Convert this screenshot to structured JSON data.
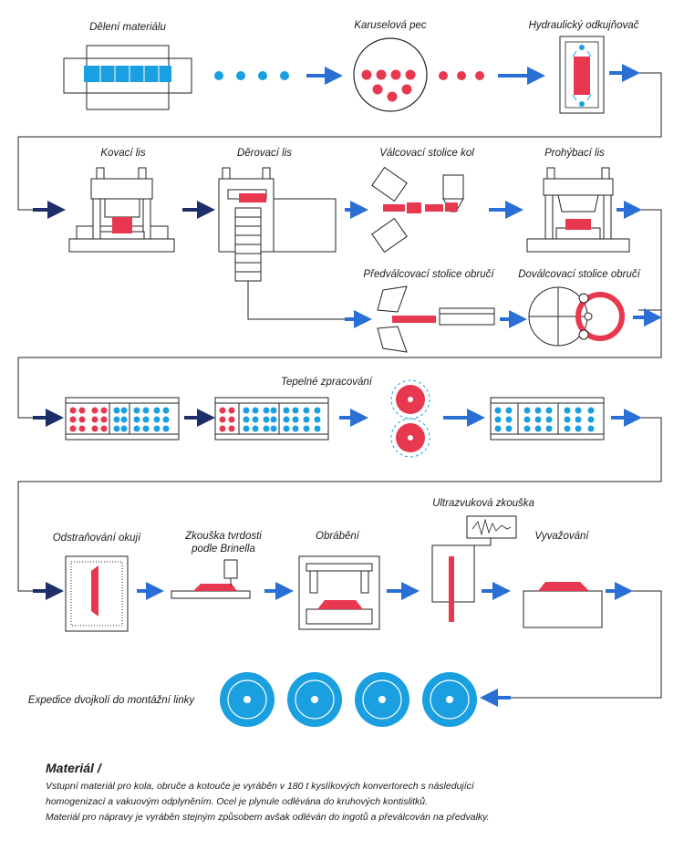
{
  "stations": {
    "deleni_materialu": "Dělení materiálu",
    "karuselova_pec": "Karuselová pec",
    "hydraulicky_odkujnovac": "Hydraulický odkujňovač",
    "kovaci_lis": "Kovací lis",
    "derovaci_lis": "Děrovací lis",
    "valcovaci_stolice_kol": "Válcovací stolice kol",
    "prohybaci_lis": "Prohýbací lis",
    "predvalcovaci_stolice_obruci": "Předválcovací stolice obručí",
    "dovalcovaci_stolice_obruci": "Doválcovací stolice obručí",
    "tepelne_zpracovani": "Tepelné zpracování",
    "odstranovani_okuji": "Odstraňování okují",
    "zkouska_tvrdosti_1": "Zkouška tvrdosti",
    "zkouska_tvrdosti_2": "podle Brinella",
    "obrabeni": "Obrábění",
    "ultrazvukova_zkouska": "Ultrazvuková zkouška",
    "vyvazovani": "Vyvažování",
    "expedice": "Expedice dvojkolí do montážní linky"
  },
  "caption": {
    "title": "Materiál /",
    "lines": [
      "Vstupní materiál pro kola, obruče a kotouče je vyráběn v 180 t kyslíkových konvertorech s následující",
      "homogenizací a vakuovým odplyněním. Ocel je plynule odlévána do kruhových kontislitků.",
      "Materiál pro nápravy je vyráběn stejným způsobem avšak odléván do ingotů a převálcován na předvalky."
    ]
  },
  "colors": {
    "red": "#e8384f",
    "blue": "#1a9fe0",
    "arrow": "#2a6fd6",
    "line": "#222222"
  }
}
